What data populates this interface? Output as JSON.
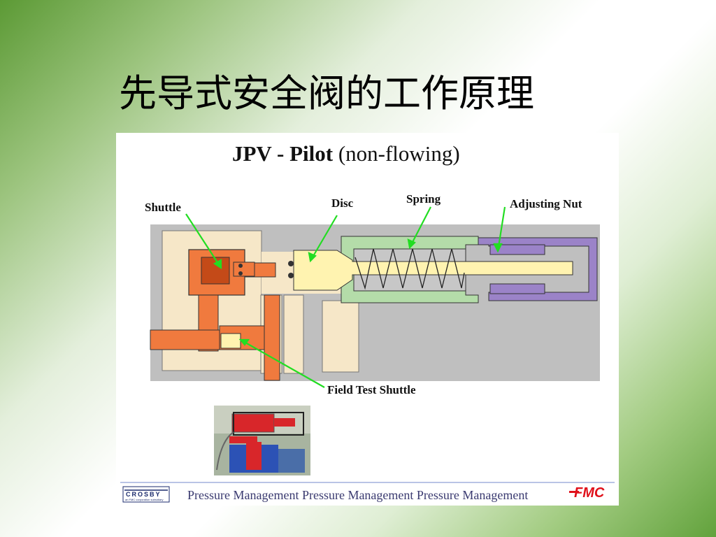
{
  "slide": {
    "title": "先导式安全阀的工作原理"
  },
  "diagram": {
    "title_bold": "JPV - Pilot",
    "title_rest": "(non-flowing)",
    "callouts": {
      "shuttle": "Shuttle",
      "disc": "Disc",
      "spring": "Spring",
      "adjusting_nut": "Adjusting Nut",
      "field_test_shuttle": "Field Test Shuttle"
    },
    "colors": {
      "shuttle": "#f07a3e",
      "disc": "#fff3b0",
      "spring_housing": "#b4dca9",
      "adjusting_nut": "#9b83c8",
      "body": "#bfbfbf",
      "cavity": "#f6e7c8",
      "leader": "#22dd22"
    }
  },
  "footer": {
    "brand_left": "CROSBY",
    "brand_left_sub": "an FMC corporation subsidiary",
    "tagline": "Pressure Management Pressure Management Pressure Management",
    "brand_right": "FMC"
  }
}
